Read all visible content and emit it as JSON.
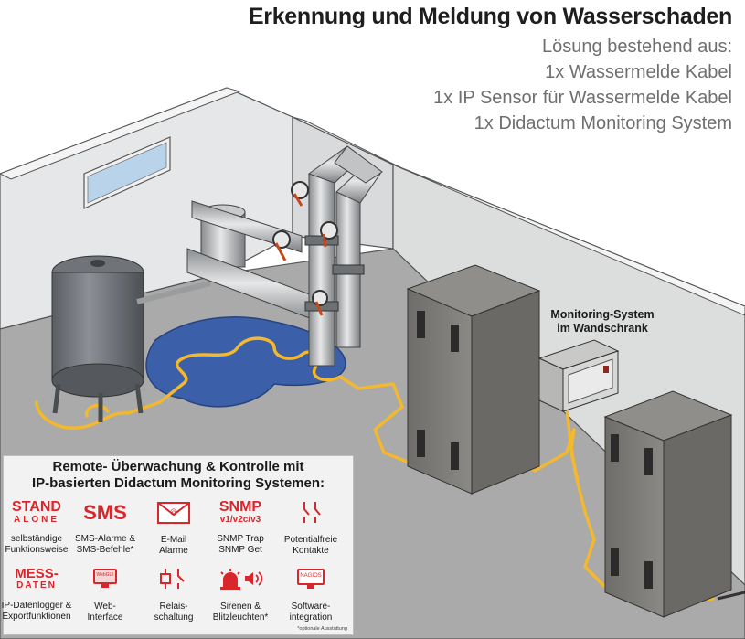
{
  "header": {
    "title": "Erkennung und Meldung von Wasserschaden",
    "lines": [
      "Lösung bestehend aus:",
      "1x Wassermelde Kabel",
      "1x IP Sensor für Wassermelde Kabel",
      "1x Didactum Monitoring System"
    ]
  },
  "scene": {
    "monitoring_label_line1": "Monitoring-System",
    "monitoring_label_line2": "im Wandschrank"
  },
  "panel": {
    "heading_line1": "Remote- Überwachung & Kontrolle mit",
    "heading_line2": "IP-basierten Didactum Monitoring Systemen:",
    "row1": [
      {
        "logo_top": "STAND",
        "logo_bottom": "ALONE",
        "cap1": "selbständige",
        "cap2": "Funktionsweise",
        "icon": "standalone-logo"
      },
      {
        "logo_top": "SMS",
        "cap1": "SMS-Alarme &",
        "cap2": "SMS-Befehle*",
        "icon": "sms-logo"
      },
      {
        "cap1": "E-Mail",
        "cap2": "Alarme",
        "icon": "email-icon"
      },
      {
        "logo_top": "SNMP",
        "logo_bottom": "v1/v2c/v3",
        "cap1": "SNMP Trap",
        "cap2": "SNMP Get",
        "icon": "snmp-logo"
      },
      {
        "cap1": "Potentialfreie",
        "cap2": "Kontakte",
        "icon": "dry-contact-icon"
      }
    ],
    "row2": [
      {
        "logo_top": "MESS-",
        "logo_bottom": "DATEN",
        "cap1": "IP-Datenlogger &",
        "cap2": "Exportfunktionen",
        "icon": "messdaten-logo"
      },
      {
        "badge": "WebGUI",
        "cap1": "Web-",
        "cap2": "Interface",
        "icon": "webgui-icon"
      },
      {
        "cap1": "Relais-",
        "cap2": "schaltung",
        "icon": "relay-icon"
      },
      {
        "cap1": "Sirenen &",
        "cap2": "Blitzleuchten*",
        "icon": "siren-icon"
      },
      {
        "badge": "NAGIOS",
        "cap1": "Software-",
        "cap2": "integration",
        "icon": "nagios-icon"
      }
    ],
    "footnote": "*optionale Ausstattung"
  },
  "colors": {
    "accent_red": "#d8262c",
    "cable_yellow": "#f2b830",
    "water_blue": "#3b5fa8",
    "floor_gray": "#a9aaa9"
  }
}
